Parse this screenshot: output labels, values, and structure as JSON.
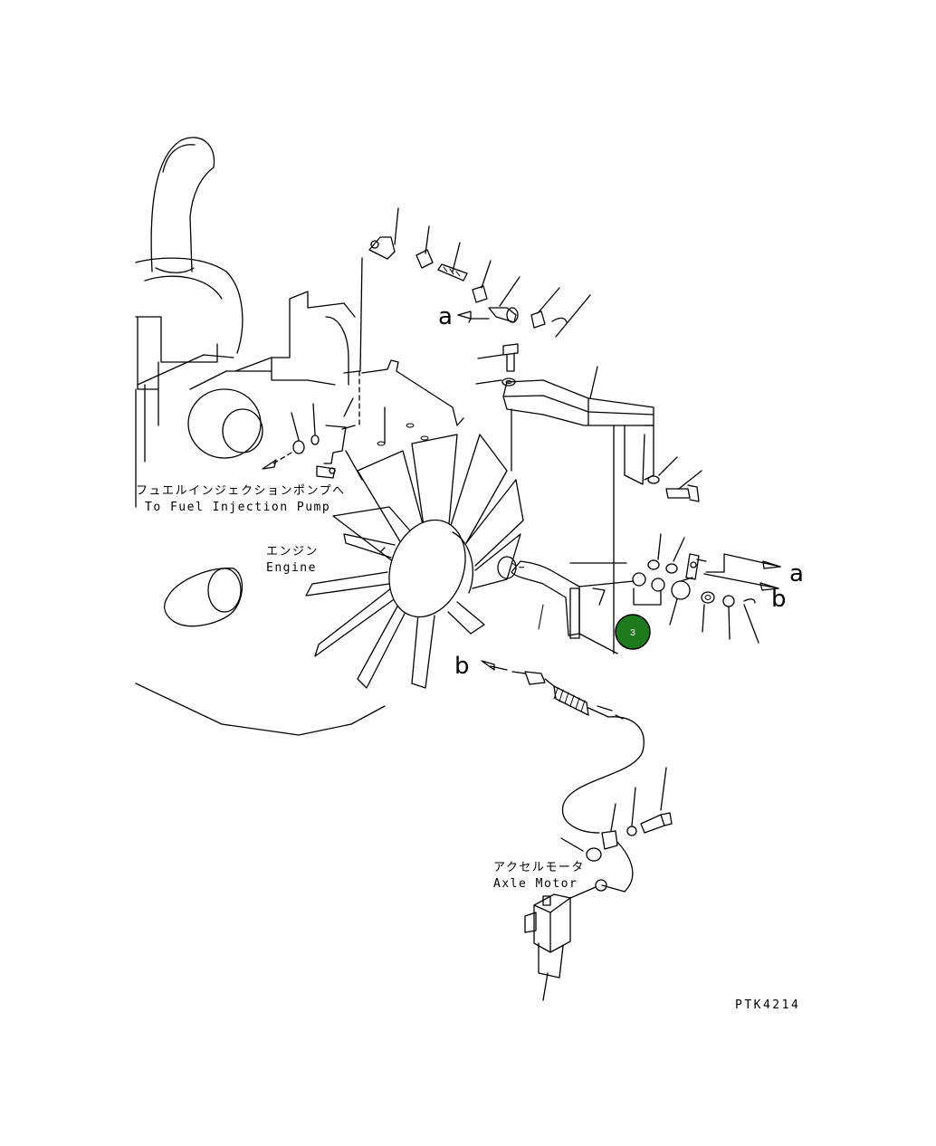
{
  "labels": {
    "fuel_pump_jp": "フュエルインジェクションポンプへ",
    "fuel_pump_en": "To Fuel Injection Pump",
    "engine_jp": "エンジン",
    "engine_en": "Engine",
    "axle_motor_jp": "アクセルモータ",
    "axle_motor_en": "Axle Motor",
    "drawing_code": "PTK4214"
  },
  "refs": {
    "a_top": "a",
    "a_right": "a",
    "b_right": "b",
    "b_cable": "b"
  },
  "callout": {
    "number": "3",
    "color": "#1d7a1d",
    "text_color": "#ffffff"
  }
}
